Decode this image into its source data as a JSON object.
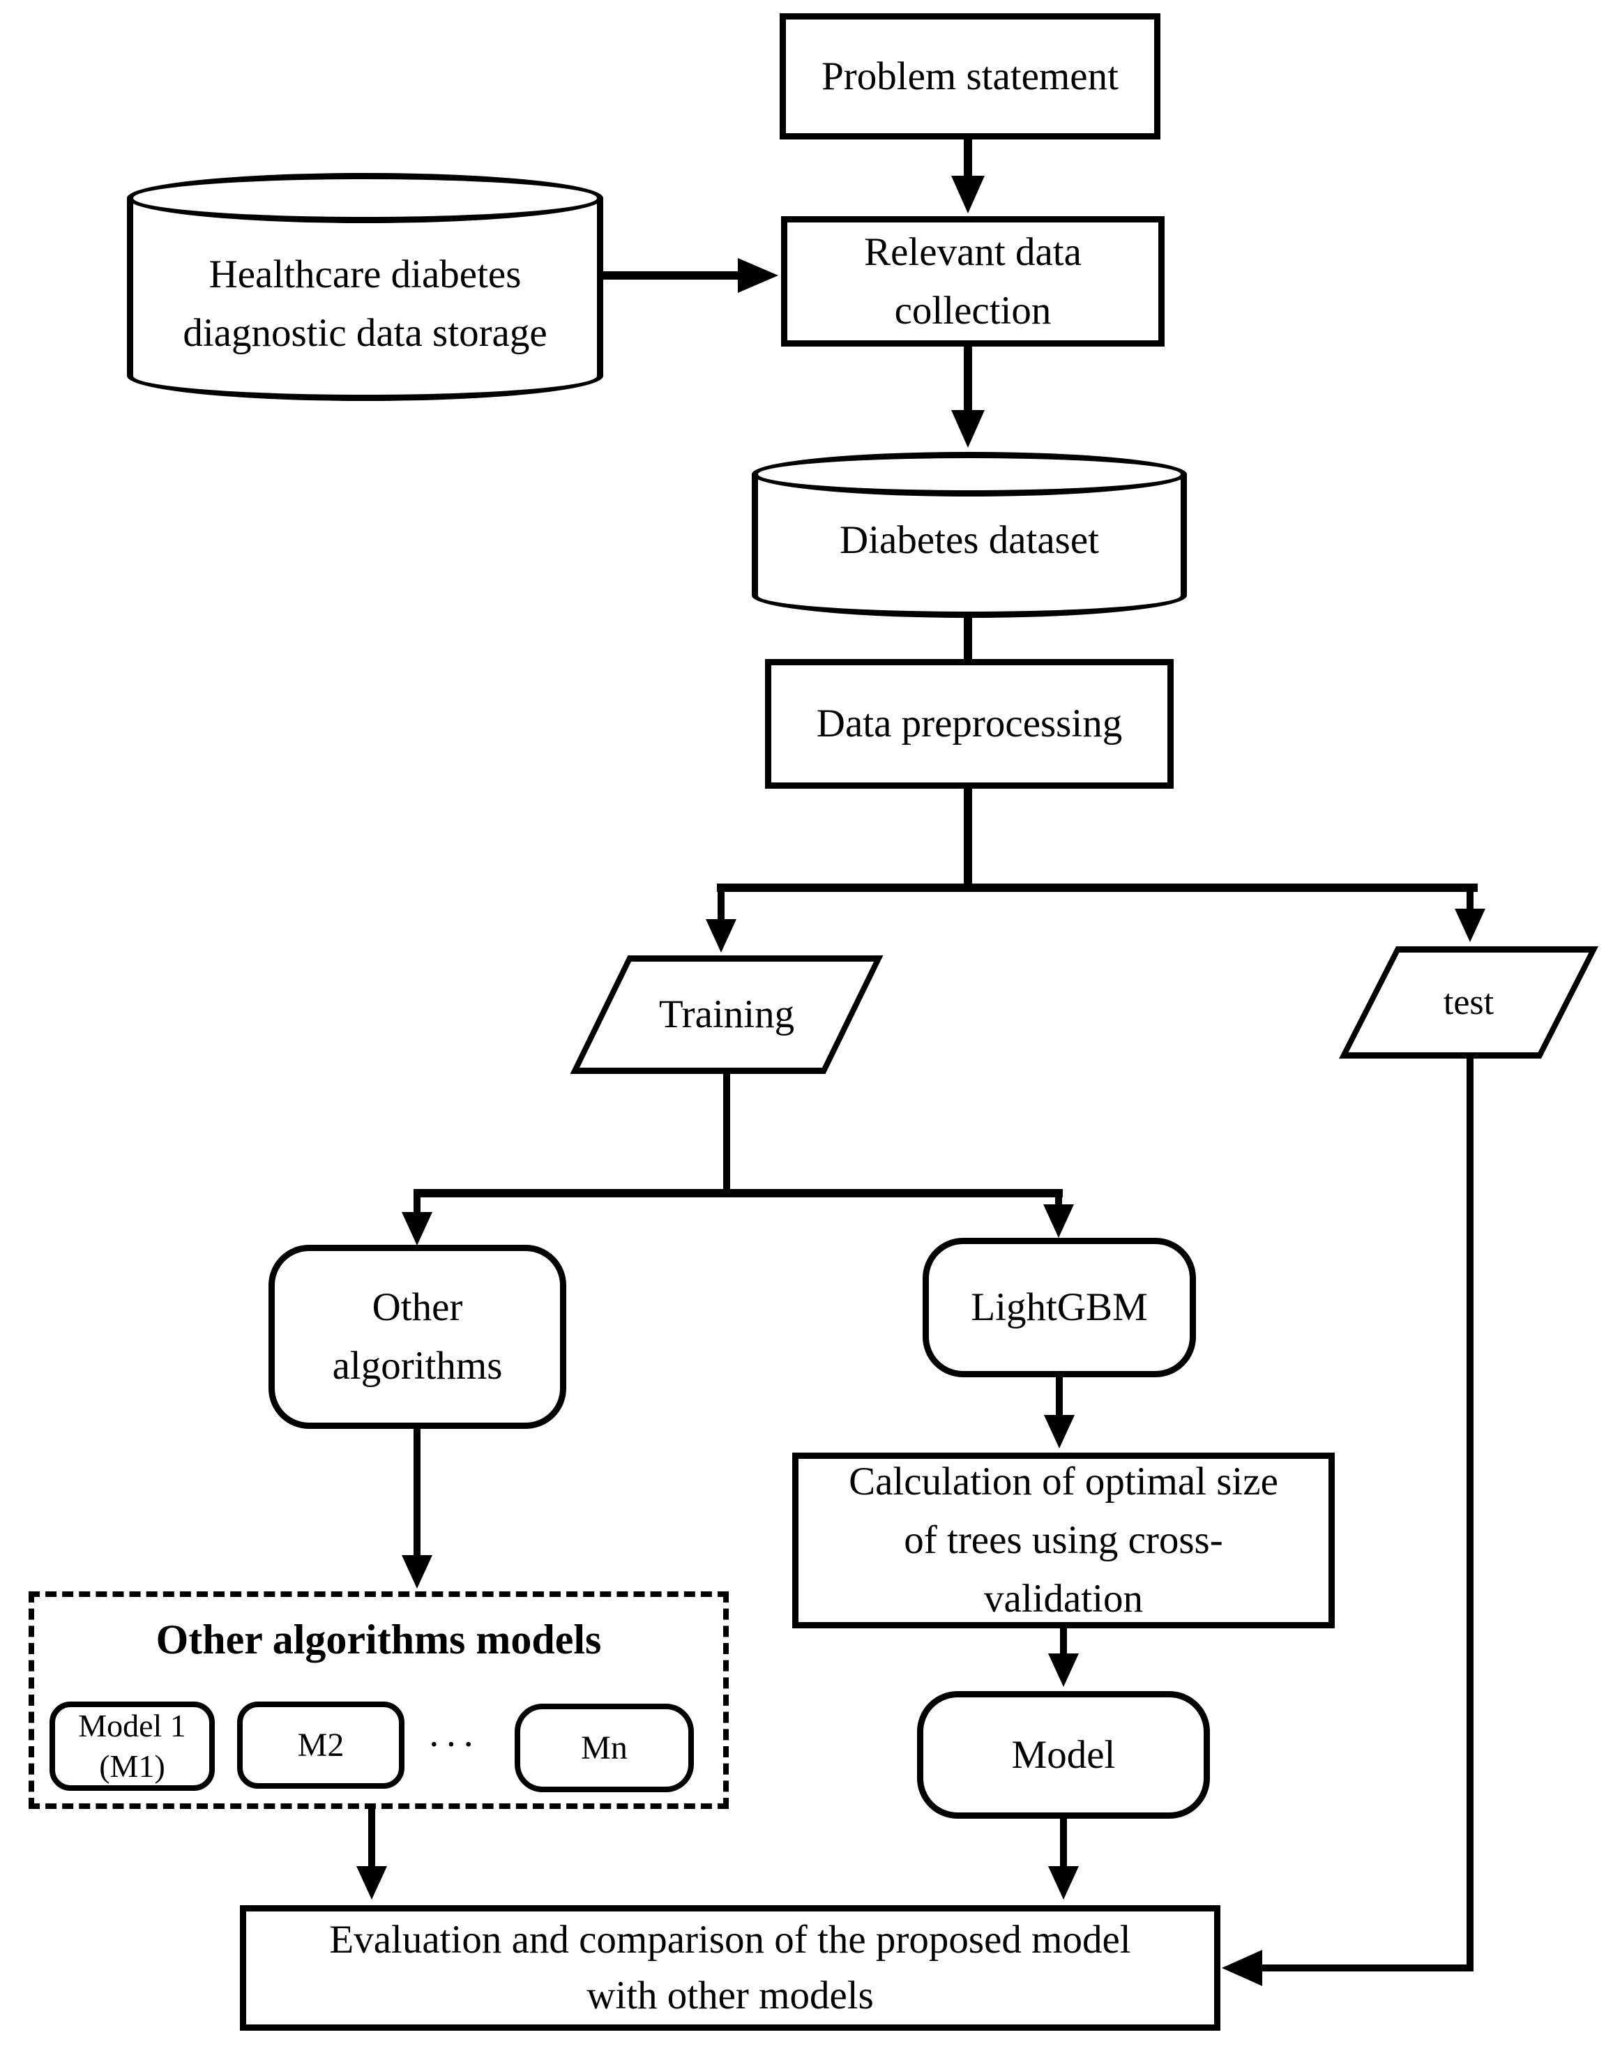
{
  "diagram": {
    "title": "LightGBM diabetes methodology flowchart",
    "colors": {
      "line": "#000000",
      "background": "#ffffff",
      "text": "#000000"
    },
    "nodes": {
      "problem": {
        "label": "Problem statement"
      },
      "healthcare_storage": {
        "lines": [
          "Healthcare diabetes",
          "diagnostic data storage"
        ]
      },
      "relevant_collection": {
        "lines": [
          "Relevant data",
          "collection"
        ]
      },
      "diabetes_dataset": {
        "label": "Diabetes dataset"
      },
      "preprocessing": {
        "label": "Data preprocessing"
      },
      "training": {
        "label": "Training"
      },
      "test": {
        "label": "test"
      },
      "other_algorithms": {
        "lines": [
          "Other",
          "algorithms"
        ]
      },
      "lightgbm": {
        "label": "LightGBM"
      },
      "calculation": {
        "lines": [
          "Calculation of optimal size",
          "of trees using cross-",
          "validation"
        ]
      },
      "model": {
        "label": "Model"
      },
      "other_models_group": {
        "title": "Other algorithms models",
        "model1_lines": [
          "Model 1",
          "(M1)"
        ],
        "m2": "M2",
        "dots": "···",
        "mn": "Mn"
      },
      "evaluation": {
        "lines": [
          "Evaluation and comparison of the proposed model",
          "with other models"
        ]
      }
    }
  }
}
